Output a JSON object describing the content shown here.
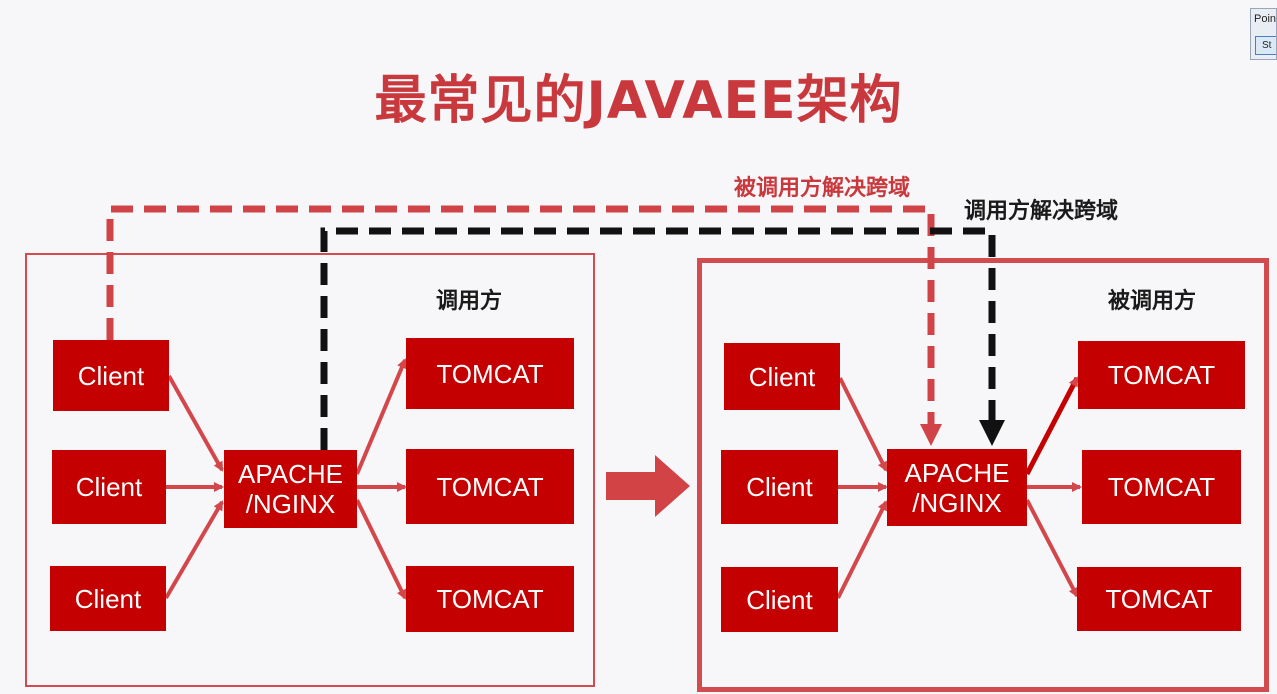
{
  "title": "最常见的JAVAEE架构",
  "caller": {
    "label": "调用方",
    "clients": [
      "Client",
      "Client",
      "Client"
    ],
    "proxy": "APACHE\n/NGINX",
    "servers": [
      "TOMCAT",
      "TOMCAT",
      "TOMCAT"
    ]
  },
  "callee": {
    "label": "被调用方",
    "clients": [
      "Client",
      "Client",
      "Client"
    ],
    "proxy": "APACHE\n/NGINX",
    "servers": [
      "TOMCAT",
      "TOMCAT",
      "TOMCAT"
    ]
  },
  "routes": {
    "callee_solves": "被调用方解决跨域",
    "caller_solves": "调用方解决跨域"
  },
  "mini_dialog": {
    "title": "Poin",
    "button": "St"
  },
  "colors": {
    "accent": "#c40000",
    "title": "#c8383c",
    "dashed_red": "#d04448",
    "dashed_black": "#111111"
  }
}
